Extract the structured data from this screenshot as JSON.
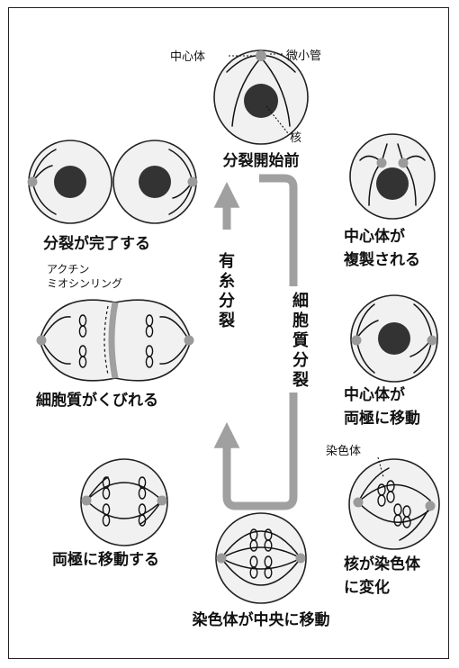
{
  "labels": {
    "centrosome": "中心体",
    "microtubule": "微小管",
    "nucleus": "核",
    "before_division": "分裂開始前",
    "division_complete": "分裂が完了する",
    "centrosome_replicated_1": "中心体が",
    "centrosome_replicated_2": "複製される",
    "actin_1": "アクチン",
    "actin_2": "ミオシンリング",
    "cytoplasm_constricts": "細胞質がくびれる",
    "centrosome_moves_1": "中心体が",
    "centrosome_moves_2": "両極に移動",
    "chromosome": "染色体",
    "nucleus_changes_1": "核が染色体",
    "nucleus_changes_2": "に変化",
    "move_to_poles": "両極に移動する",
    "chromosomes_to_center": "染色体が中央に移動",
    "mitosis": "有糸分裂",
    "cytokinesis": "細胞質分裂"
  },
  "colors": {
    "arrow": "#a0a0a0",
    "cell_fill": "#f1f1f1",
    "nucleus": "#333333",
    "centrosome": "#9a9a9a"
  }
}
